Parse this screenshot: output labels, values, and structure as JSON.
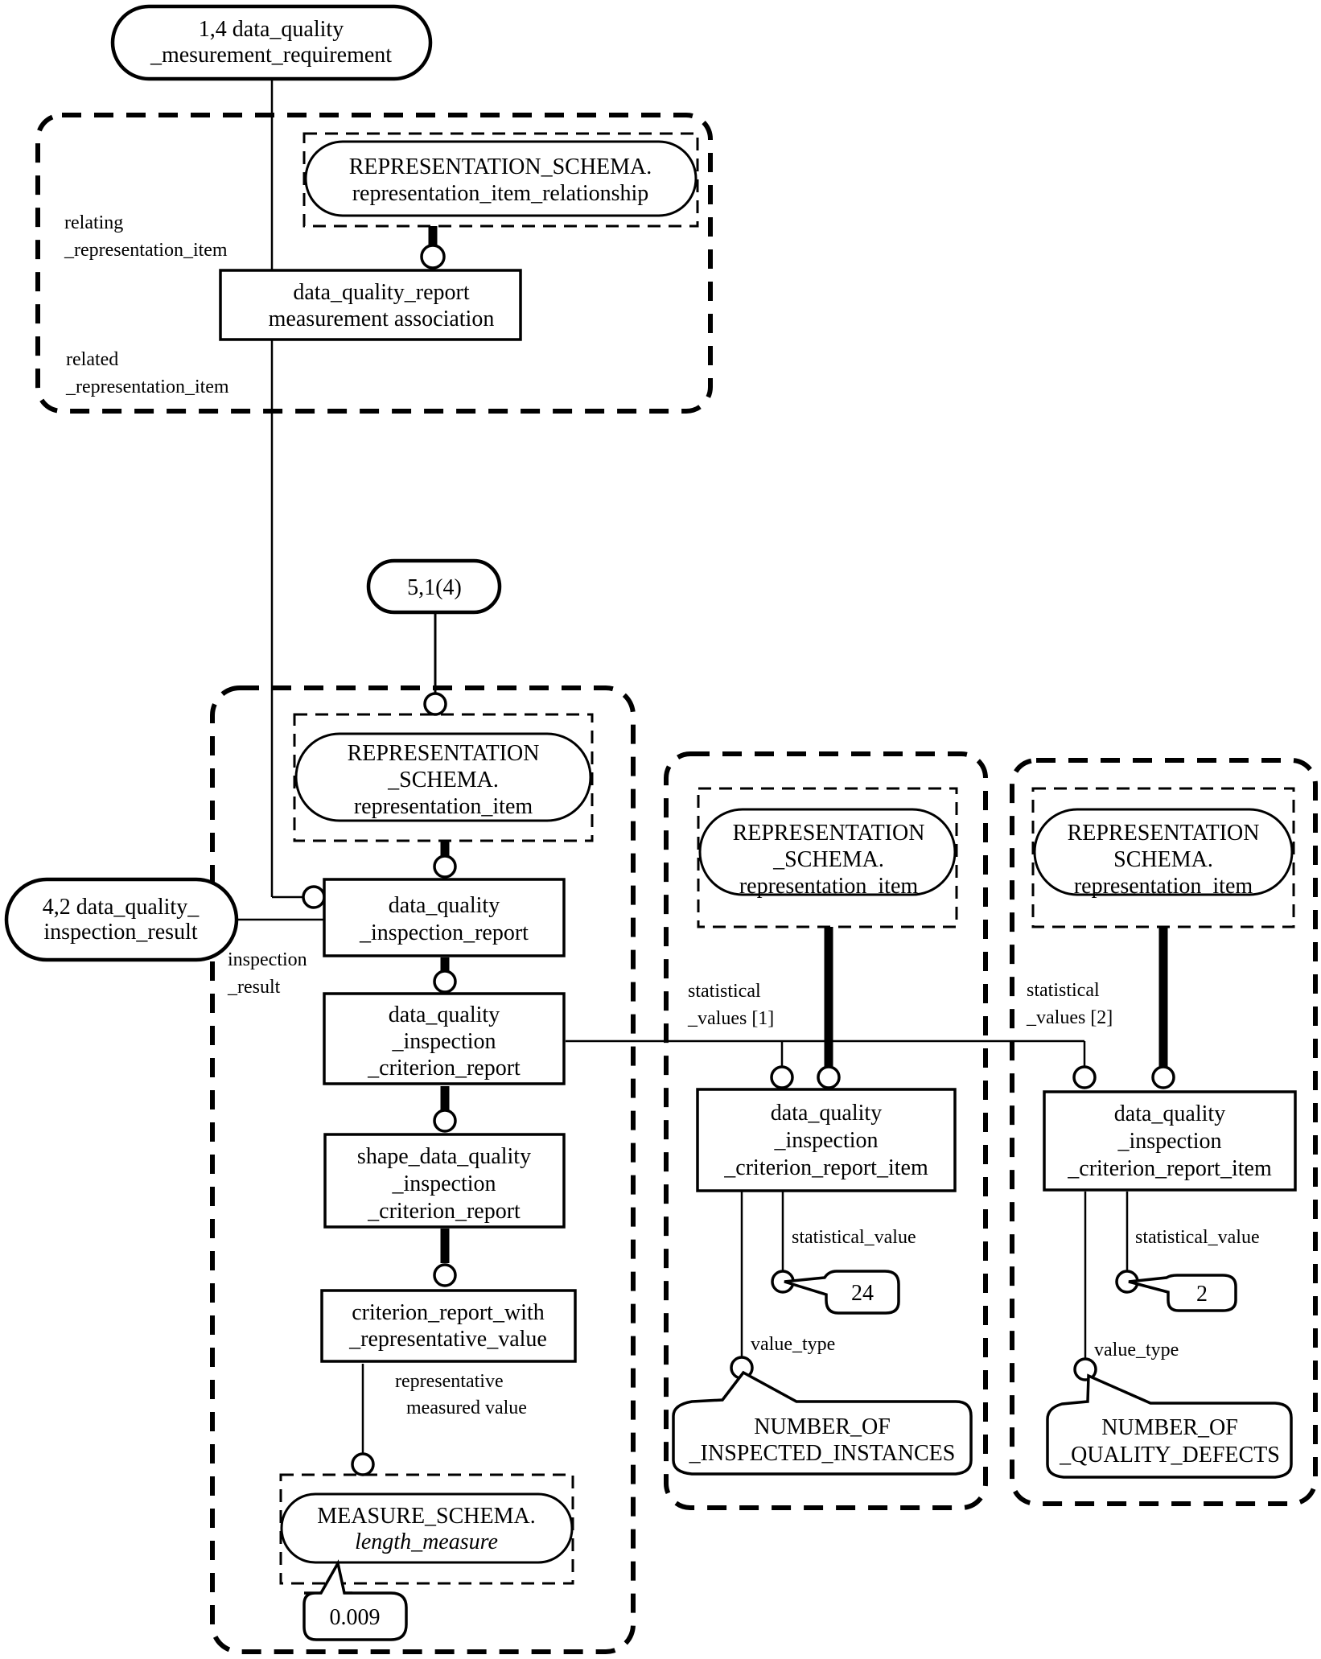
{
  "nodes": {
    "top_ref": [
      "1,4 data_quality",
      "_mesurement_requirement"
    ],
    "rep_item_rel": [
      "REPRESENTATION_SCHEMA.",
      "representation_item_relationship"
    ],
    "dq_report_meas_assoc": [
      "data_quality_report",
      "measurement  association"
    ],
    "ref_5_1": [
      "5,1(4)"
    ],
    "rep_item_main": [
      "REPRESENTATION",
      "_SCHEMA.",
      "representation_item"
    ],
    "ref_4_2": [
      "4,2 data_quality_",
      "inspection_result"
    ],
    "dq_inspection_report": [
      "data_quality",
      "_inspection_report"
    ],
    "dq_inspection_criterion_report": [
      "data_quality",
      "_inspection",
      "_criterion_report"
    ],
    "shape_dq_inspection_criterion_report": [
      "shape_data_quality",
      "_inspection",
      "_criterion_report"
    ],
    "criterion_report_with_rep_value": [
      "criterion_report_with",
      "_representative_value"
    ],
    "measure_schema": [
      "MEASURE_SCHEMA.",
      "length_measure"
    ],
    "value_0009": "0.009",
    "rep_item_1": [
      "REPRESENTATION",
      "_SCHEMA.",
      "representation_item"
    ],
    "item_1": [
      "data_quality",
      "_inspection",
      "_criterion_report_item"
    ],
    "value_24": "24",
    "type_1": [
      "NUMBER_OF",
      "_INSPECTED_INSTANCES"
    ],
    "rep_item_2": [
      "REPRESENTATION",
      "SCHEMA.",
      "representation_item"
    ],
    "item_2": [
      "data_quality",
      "_inspection",
      "_criterion_report_item"
    ],
    "value_2": "2",
    "type_2": [
      "NUMBER_OF",
      "_QUALITY_DEFECTS"
    ]
  },
  "labels": {
    "relating": [
      "relating",
      "_representation_item"
    ],
    "related": [
      "related",
      "_representation_item"
    ],
    "inspection_result": [
      "inspection",
      "_result"
    ],
    "representative": [
      "representative",
      "measured  value"
    ],
    "stat_values_1": [
      "statistical",
      "_values [1]"
    ],
    "stat_values_2": [
      "statistical",
      "_values [2]"
    ],
    "statistical_value_1": "statistical_value",
    "statistical_value_2": "statistical_value",
    "value_type_1": "value_type",
    "value_type_2": "value_type"
  }
}
